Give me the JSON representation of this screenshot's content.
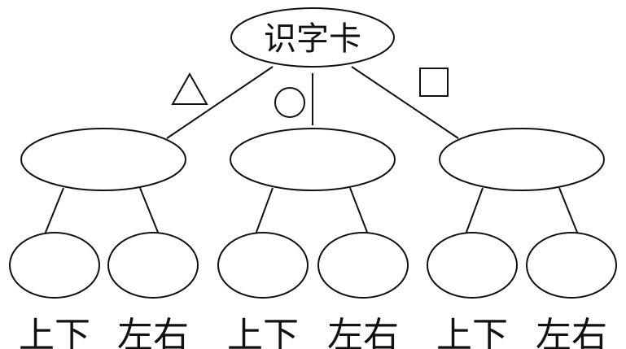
{
  "title": "识字卡",
  "symbols": [
    "triangle",
    "circle",
    "square"
  ],
  "leaf_labels": [
    "上下",
    "左右",
    "上下",
    "左右",
    "上下",
    "左右"
  ]
}
